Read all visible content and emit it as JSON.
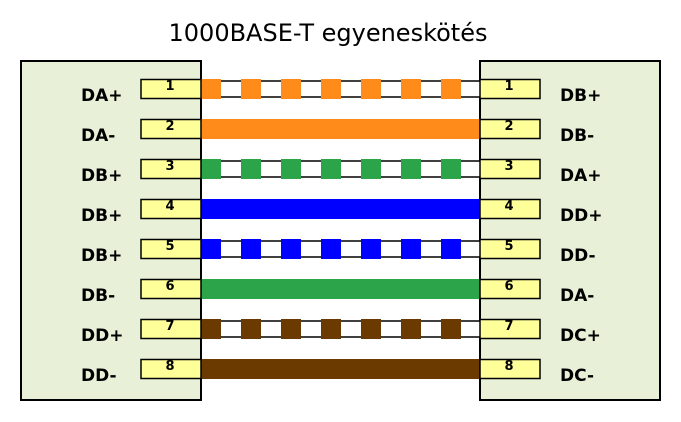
{
  "title": "1000BASE-T egyeneskötés",
  "colors": {
    "panel_fill": "#e8f0d8",
    "pin_fill": "#ffff99",
    "orange": "#ff8c1a",
    "green": "#2ca44a",
    "blue": "#0000ff",
    "brown": "#6b3a00"
  },
  "left_labels": [
    "DA+",
    "DA-",
    "DB+",
    "DB+",
    "DB+",
    "DB-",
    "DD+",
    "DD-"
  ],
  "right_labels": [
    "DB+",
    "DB-",
    "DA+",
    "DD+",
    "DD-",
    "DA-",
    "DC+",
    "DC-"
  ],
  "pins": [
    "1",
    "2",
    "3",
    "4",
    "5",
    "6",
    "7",
    "8"
  ],
  "wires": [
    {
      "color": "orange",
      "striped": true
    },
    {
      "color": "orange",
      "striped": false
    },
    {
      "color": "green",
      "striped": true
    },
    {
      "color": "blue",
      "striped": false
    },
    {
      "color": "blue",
      "striped": true
    },
    {
      "color": "green",
      "striped": false
    },
    {
      "color": "brown",
      "striped": true
    },
    {
      "color": "brown",
      "striped": false
    }
  ]
}
